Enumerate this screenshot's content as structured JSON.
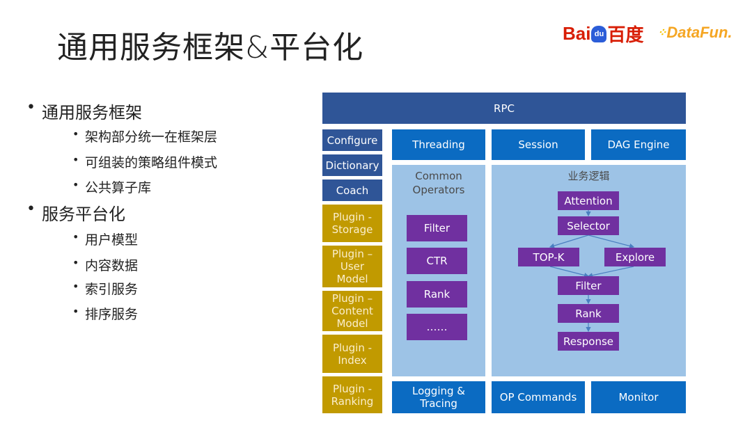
{
  "slide": {
    "title": "通用服务框架&平台化"
  },
  "logos": {
    "baidu_left": "Bai",
    "baidu_paw": "du",
    "baidu_right": "百度",
    "datafun": "DataFun."
  },
  "bullets": {
    "section1": "通用服务框架",
    "section1_items": [
      "架构部分统一在框架层",
      "可组装的策略组件模式",
      "公共算子库"
    ],
    "section2": "服务平台化",
    "section2_items": [
      "用户模型",
      "内容数据",
      "索引服务",
      "排序服务"
    ]
  },
  "diagram": {
    "rpc": "RPC",
    "left_column": [
      "Configure",
      "Dictionary",
      "Coach"
    ],
    "plugins": [
      "Plugin -\nStorage",
      "Plugin –\nUser\nModel",
      "Plugin –\nContent\nModel",
      "Plugin -\nIndex",
      "Plugin -\nRanking"
    ],
    "top_row": [
      "Threading",
      "Session",
      "DAG Engine"
    ],
    "common_operators": {
      "label": "Common\nOperators",
      "items": [
        "Filter",
        "CTR",
        "Rank",
        "……"
      ]
    },
    "business_logic": {
      "label": "业务逻辑",
      "attention": "Attention",
      "selector": "Selector",
      "topk": "TOP-K",
      "explore": "Explore",
      "filter": "Filter",
      "rank": "Rank",
      "response": "Response"
    },
    "bottom_row": [
      "Logging &\nTracing",
      "OP Commands",
      "Monitor"
    ]
  },
  "colors": {
    "rpc": "#2f5597",
    "service_blue": "#0b6bc2",
    "plugin_gold": "#c19a00",
    "operator_purple": "#7030a0",
    "panel": "#9dc3e6"
  }
}
